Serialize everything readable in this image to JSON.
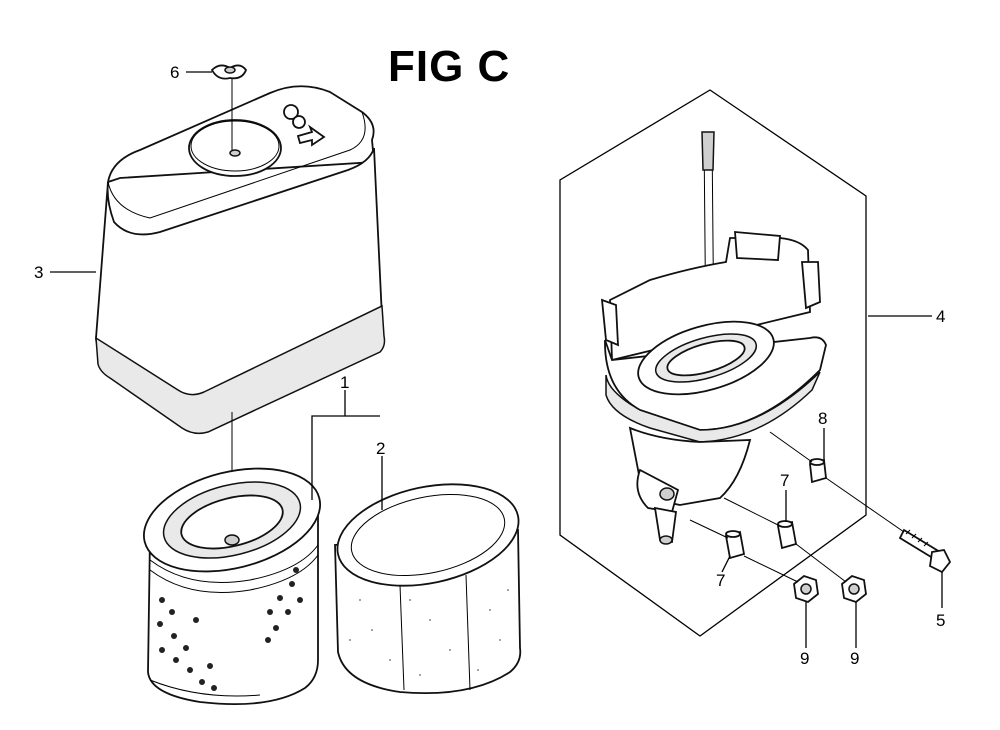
{
  "figure": {
    "title": "FIG C"
  },
  "callouts": [
    {
      "id": "1",
      "label": "1"
    },
    {
      "id": "2",
      "label": "2"
    },
    {
      "id": "3",
      "label": "3"
    },
    {
      "id": "4",
      "label": "4"
    },
    {
      "id": "5",
      "label": "5"
    },
    {
      "id": "6",
      "label": "6"
    },
    {
      "id": "7a",
      "label": "7"
    },
    {
      "id": "7b",
      "label": "7"
    },
    {
      "id": "8",
      "label": "8"
    },
    {
      "id": "9a",
      "label": "9"
    },
    {
      "id": "9b",
      "label": "9"
    }
  ]
}
